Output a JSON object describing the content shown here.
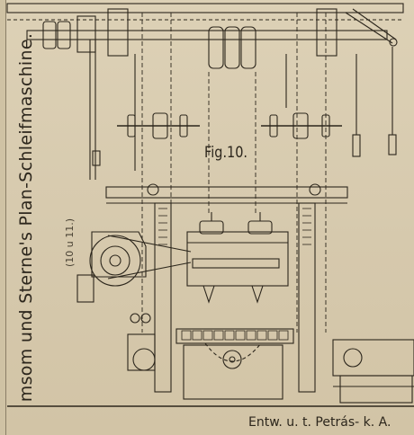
{
  "title": "msom und Sterne's Plan-Schleifmaschine.",
  "subtitle": "(10 u 11.)",
  "figure_label": "Fig.10.",
  "bottom_caption": "Entw. u. t. Petrás- k. A.",
  "colors": {
    "paper": "#d8ccb0",
    "ink": "#2c261c"
  }
}
